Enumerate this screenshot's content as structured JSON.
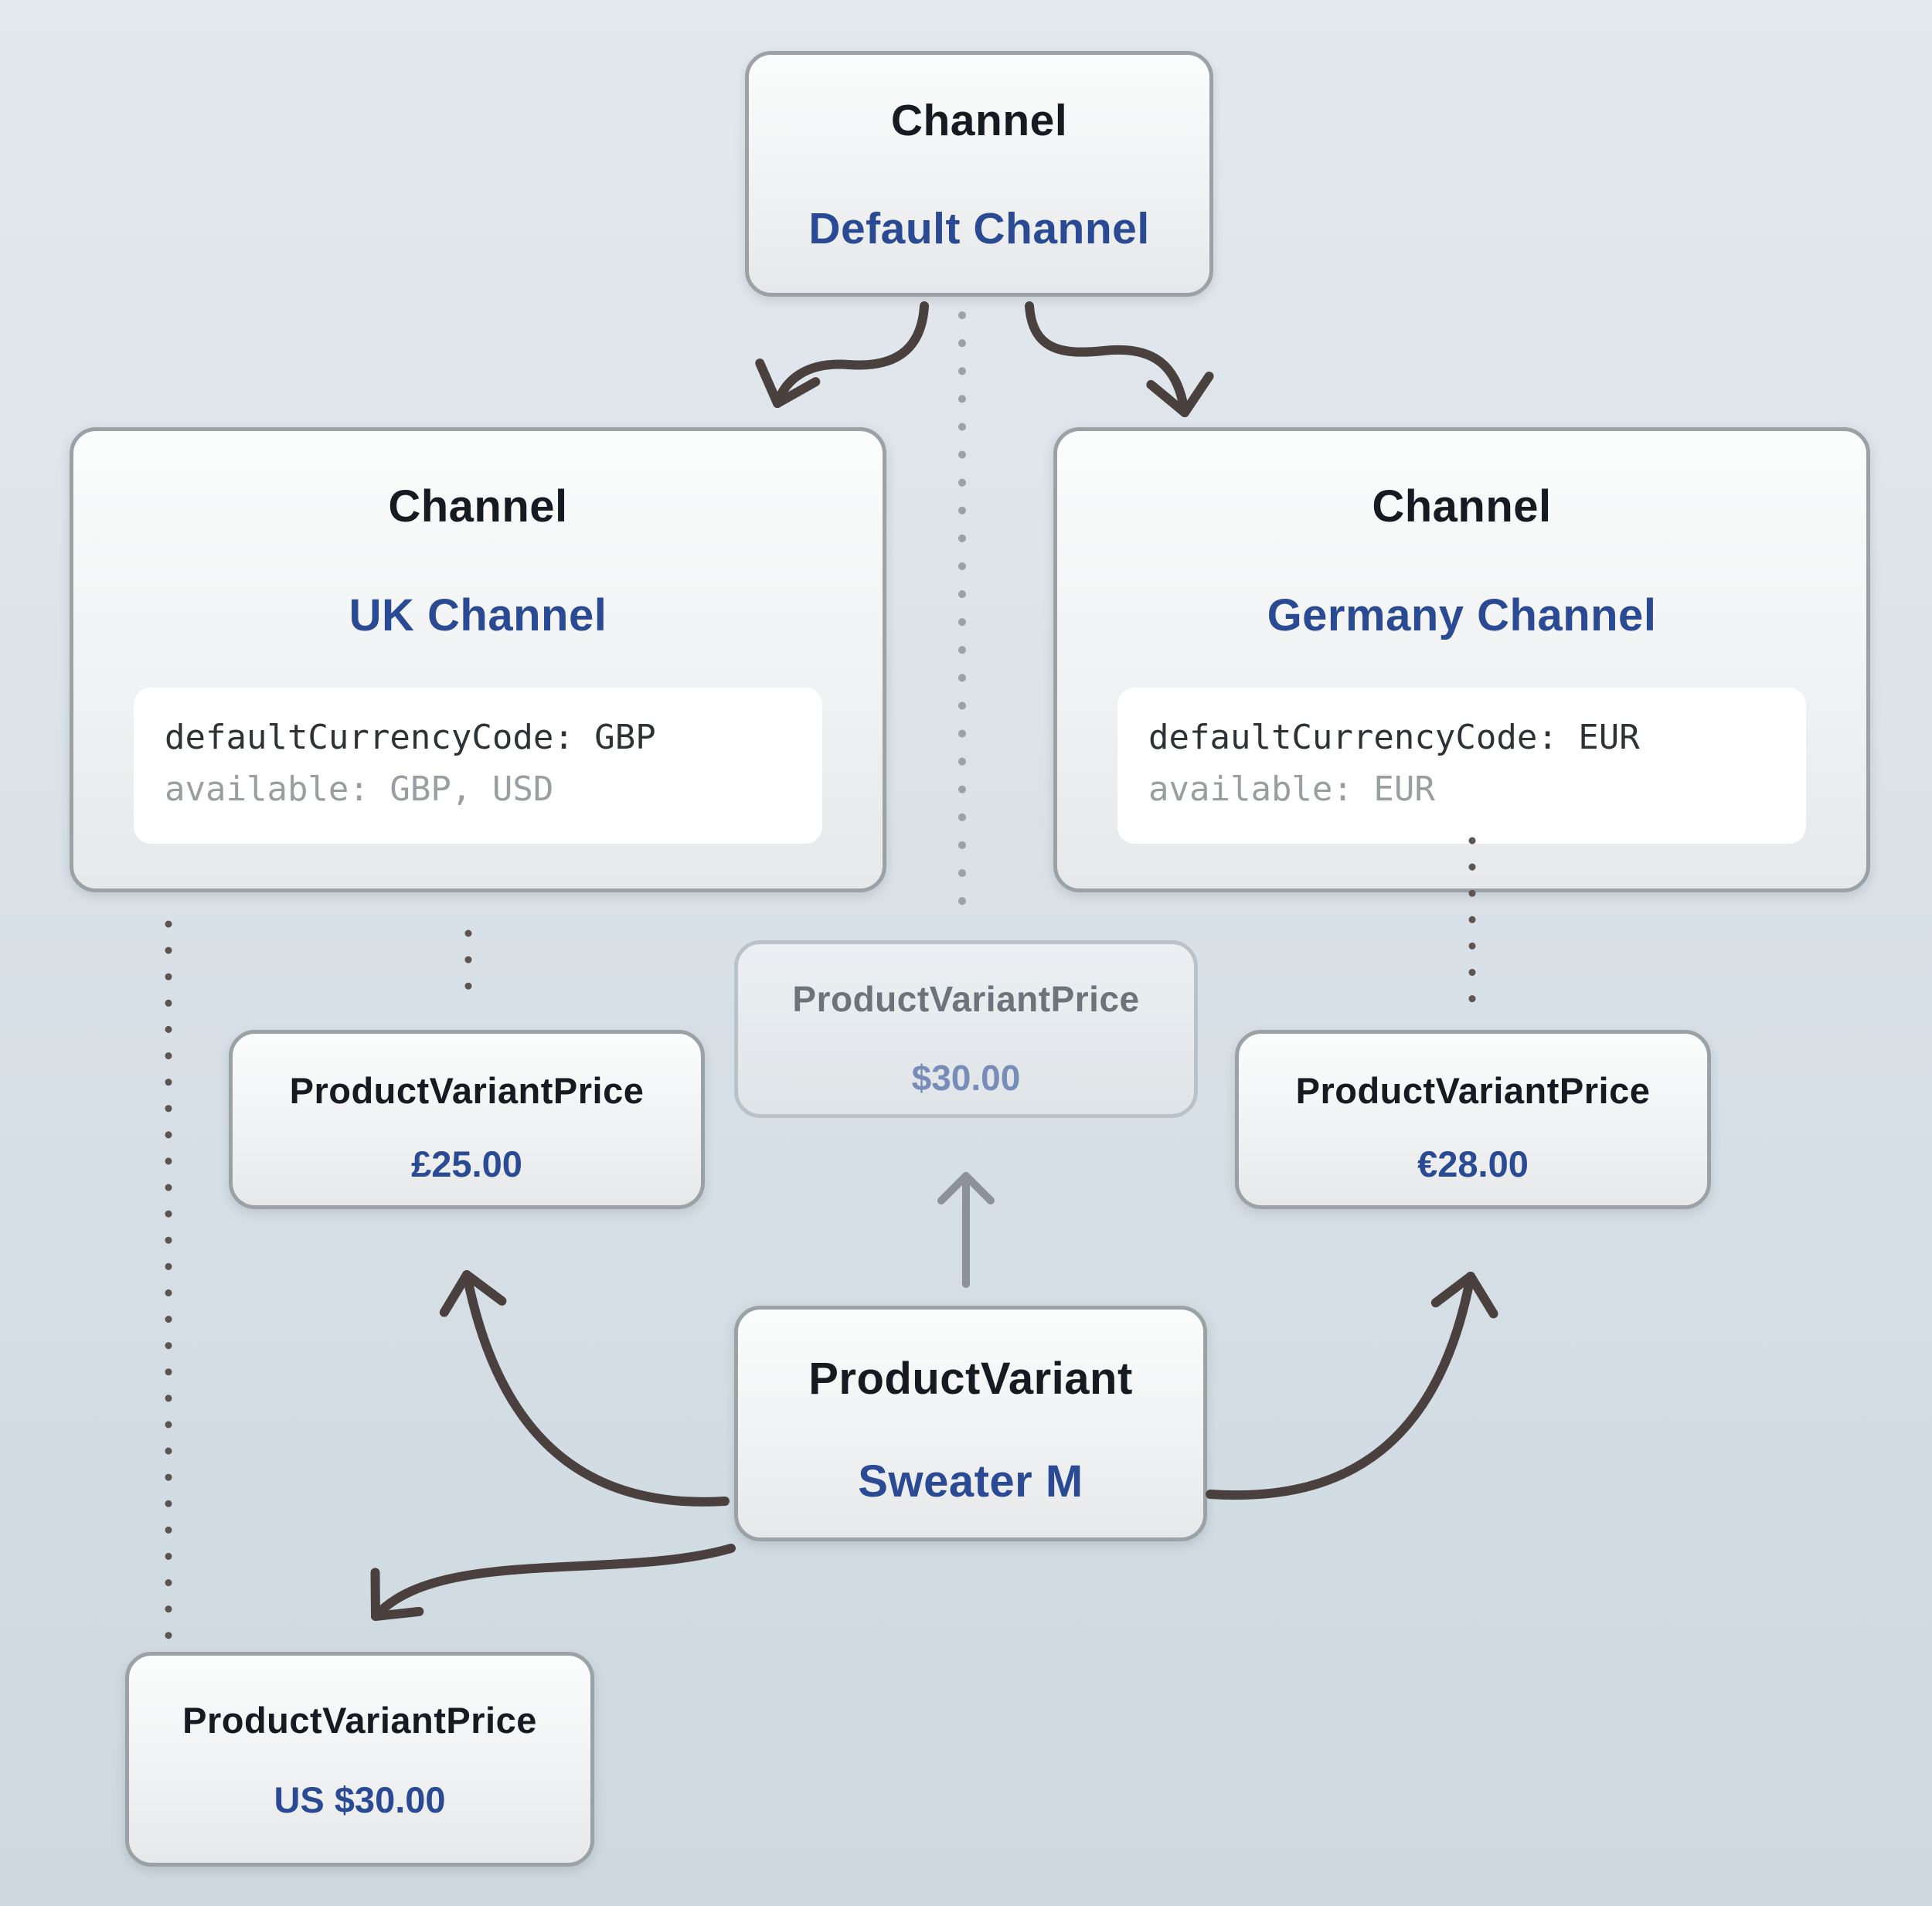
{
  "colors": {
    "title_text": "#161b22",
    "accent_blue": "#2a4a94",
    "arrow_dark": "#4a403d",
    "arrow_gray": "#8c919a",
    "dot_dark": "#5d5551",
    "dot_light": "#9aa1a8",
    "code_key": "#2e3235",
    "code_muted": "#9b9ea1"
  },
  "nodes": {
    "default_channel": {
      "type_label": "Channel",
      "name": "Default Channel"
    },
    "uk_channel": {
      "type_label": "Channel",
      "name": "UK Channel",
      "code": {
        "line1": "defaultCurrencyCode: GBP",
        "line2": "available: GBP, USD"
      }
    },
    "germany_channel": {
      "type_label": "Channel",
      "name": "Germany Channel",
      "code": {
        "line1": "defaultCurrencyCode: EUR",
        "line2": "available: EUR"
      }
    },
    "default_variant_price": {
      "type_label": "ProductVariantPrice",
      "value": "$30.00"
    },
    "uk_variant_price": {
      "type_label": "ProductVariantPrice",
      "value": "£25.00"
    },
    "germany_variant_price": {
      "type_label": "ProductVariantPrice",
      "value": "€28.00"
    },
    "product_variant": {
      "type_label": "ProductVariant",
      "name": "Sweater M"
    },
    "us_variant_price": {
      "type_label": "ProductVariantPrice",
      "value": "US $30.00"
    }
  },
  "edges": [
    {
      "from": "default_channel",
      "to": "uk_channel",
      "style": "solid-arrow"
    },
    {
      "from": "default_channel",
      "to": "germany_channel",
      "style": "solid-arrow"
    },
    {
      "from": "default_channel",
      "to": "default_variant_price",
      "style": "dotted-light"
    },
    {
      "from": "uk_channel",
      "to": "uk_variant_price",
      "style": "dotted"
    },
    {
      "from": "uk_channel",
      "to": "us_variant_price",
      "style": "dotted"
    },
    {
      "from": "germany_channel",
      "to": "germany_variant_price",
      "style": "dotted"
    },
    {
      "from": "product_variant",
      "to": "default_variant_price",
      "style": "gray-arrow"
    },
    {
      "from": "product_variant",
      "to": "uk_variant_price",
      "style": "solid-arrow"
    },
    {
      "from": "product_variant",
      "to": "germany_variant_price",
      "style": "solid-arrow"
    },
    {
      "from": "product_variant",
      "to": "us_variant_price",
      "style": "solid-arrow"
    }
  ]
}
